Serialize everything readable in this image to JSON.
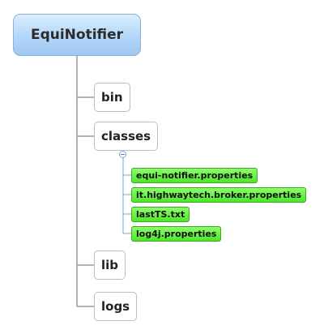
{
  "root": {
    "label": "EquiNotifier"
  },
  "children": [
    {
      "label": "bin"
    },
    {
      "label": "classes"
    },
    {
      "label": "lib"
    },
    {
      "label": "logs"
    }
  ],
  "classes_children": [
    {
      "label": "equi-notifier.properties"
    },
    {
      "label": "it.highwaytech.broker.properties"
    },
    {
      "label": "lastTS.txt"
    },
    {
      "label": "log4j.properties"
    }
  ],
  "colors": {
    "root_fill": "#b3d6f8",
    "root_border": "#8ab2d9",
    "child_border": "#bdbdbd",
    "leaf_fill": "#4ee52b",
    "leaf_border": "#3aa61e",
    "connector": "#9a9a9a"
  },
  "icons": {
    "toggle": "collapse-minus-icon"
  }
}
